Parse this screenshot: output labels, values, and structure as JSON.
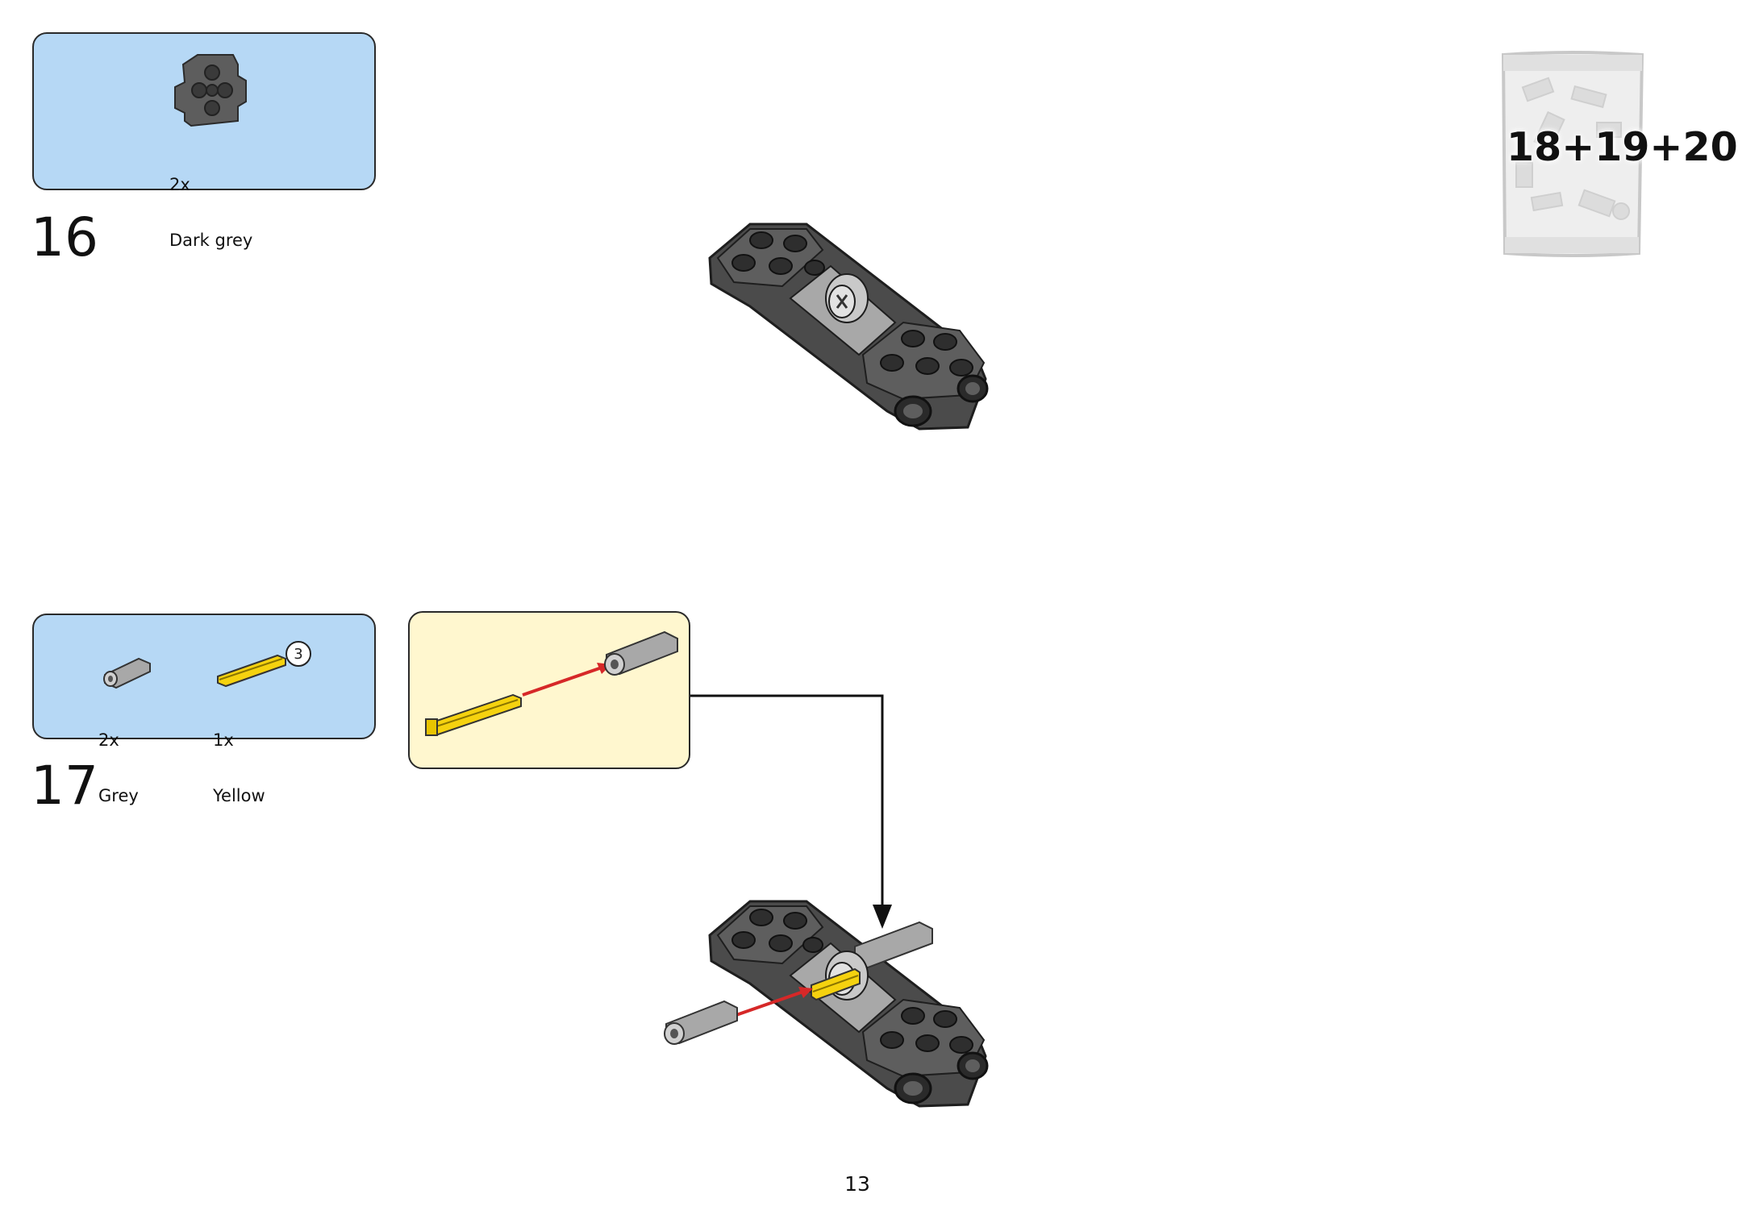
{
  "step16": {
    "number": "16",
    "parts": [
      {
        "qty": "2x",
        "color": "Dark grey"
      }
    ]
  },
  "step17": {
    "number": "17",
    "parts": [
      {
        "qty": "2x",
        "color": "Grey"
      },
      {
        "qty": "1x",
        "color": "Yellow",
        "length": "3"
      }
    ]
  },
  "bag": {
    "label": "18+19+20"
  },
  "page": {
    "number": "13"
  },
  "colors": {
    "parts_box": "#b6d8f5",
    "callout": "#fff7cf",
    "dark_grey": "#5f5f5f",
    "grey": "#a9a9a9",
    "yellow": "#f5d20f",
    "arrow_red": "#d62828"
  }
}
